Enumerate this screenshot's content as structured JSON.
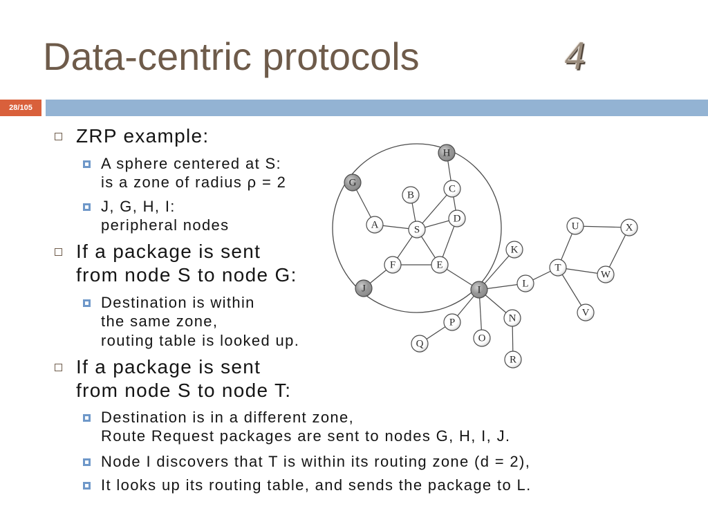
{
  "slide": {
    "title": "Data-centric protocols",
    "section_number": "4",
    "page_indicator": "28/105"
  },
  "colors": {
    "title": "#6e5b4a",
    "page_indicator_bg": "#d9603b",
    "header_bar": "#93b3d3",
    "bullet": "#6e5b4a",
    "sub_bullet": "#6f98c9",
    "text": "#141414",
    "node": "#ffffff",
    "peripheral_node": "#939393",
    "edge": "#4a4a4a"
  },
  "bullets": [
    {
      "lines": [
        "ZRP example:"
      ],
      "sub": [
        {
          "lines": [
            "A sphere centered at S:",
            "is a zone of radius ρ = 2"
          ]
        },
        {
          "lines": [
            "J, G, H, I:",
            "peripheral nodes"
          ]
        }
      ]
    },
    {
      "lines": [
        "If a package is sent",
        "from node S to node G:"
      ],
      "sub": [
        {
          "lines": [
            "Destination is within",
            "the same zone,",
            "routing table is looked up."
          ]
        }
      ]
    },
    {
      "lines": [
        "If a package is sent",
        "from node S to node T:"
      ],
      "sub": [
        {
          "lines": [
            "Destination is in a different zone,",
            "Route Request packages are sent to nodes G, H, I, J."
          ]
        },
        {
          "lines": [
            "Node I discovers that T is within its routing zone (d = 2),"
          ]
        },
        {
          "lines": [
            "It looks up its routing table, and sends the package to L."
          ]
        }
      ]
    }
  ],
  "diagram": {
    "nodes": [
      {
        "label": "H",
        "peripheral": true
      },
      {
        "label": "G",
        "peripheral": true
      },
      {
        "label": "C",
        "peripheral": false
      },
      {
        "label": "B",
        "peripheral": false
      },
      {
        "label": "D",
        "peripheral": false
      },
      {
        "label": "A",
        "peripheral": false
      },
      {
        "label": "S",
        "peripheral": false
      },
      {
        "label": "F",
        "peripheral": false
      },
      {
        "label": "E",
        "peripheral": false
      },
      {
        "label": "J",
        "peripheral": true
      },
      {
        "label": "I",
        "peripheral": true
      },
      {
        "label": "K",
        "peripheral": false
      },
      {
        "label": "L",
        "peripheral": false
      },
      {
        "label": "T",
        "peripheral": false
      },
      {
        "label": "U",
        "peripheral": false
      },
      {
        "label": "X",
        "peripheral": false
      },
      {
        "label": "W",
        "peripheral": false
      },
      {
        "label": "V",
        "peripheral": false
      },
      {
        "label": "N",
        "peripheral": false
      },
      {
        "label": "P",
        "peripheral": false
      },
      {
        "label": "O",
        "peripheral": false
      },
      {
        "label": "R",
        "peripheral": false
      },
      {
        "label": "Q",
        "peripheral": false
      }
    ],
    "edges": [
      [
        "G",
        "A"
      ],
      [
        "A",
        "S"
      ],
      [
        "S",
        "B"
      ],
      [
        "S",
        "C"
      ],
      [
        "S",
        "D"
      ],
      [
        "H",
        "C"
      ],
      [
        "C",
        "D"
      ],
      [
        "S",
        "F"
      ],
      [
        "S",
        "E"
      ],
      [
        "F",
        "E"
      ],
      [
        "D",
        "E"
      ],
      [
        "F",
        "J"
      ],
      [
        "E",
        "I"
      ],
      [
        "I",
        "K"
      ],
      [
        "I",
        "L"
      ],
      [
        "I",
        "N"
      ],
      [
        "I",
        "O"
      ],
      [
        "I",
        "P"
      ],
      [
        "P",
        "Q"
      ],
      [
        "N",
        "R"
      ],
      [
        "L",
        "T"
      ],
      [
        "T",
        "U"
      ],
      [
        "U",
        "X"
      ],
      [
        "X",
        "W"
      ],
      [
        "T",
        "W"
      ],
      [
        "T",
        "V"
      ]
    ]
  }
}
